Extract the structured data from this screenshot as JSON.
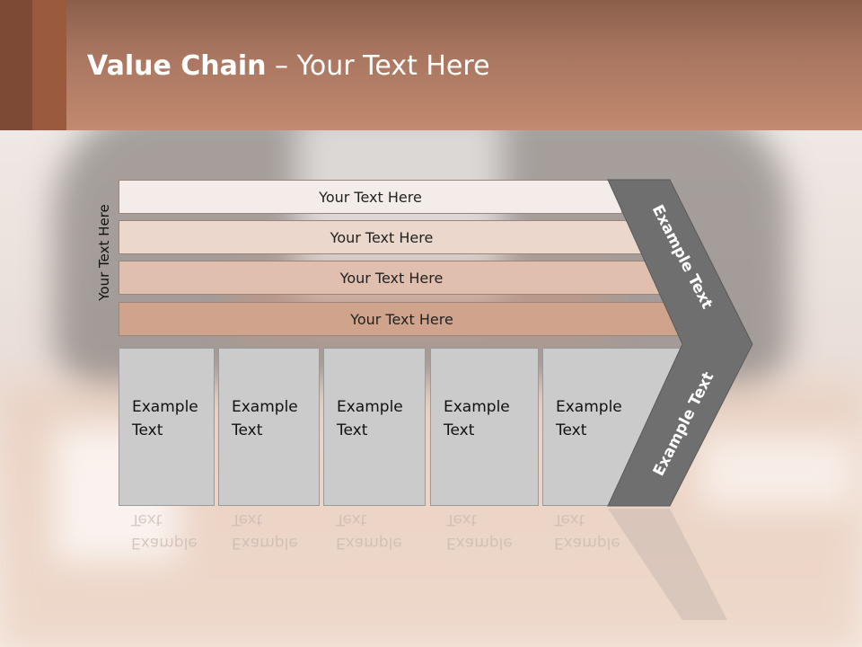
{
  "title": {
    "bold": "Value Chain",
    "rest": " – Your Text Here"
  },
  "side_label": "Your Text Here",
  "rows": [
    {
      "label": "Your Text Here",
      "color": "#f4ece9"
    },
    {
      "label": "Your Text Here",
      "color": "#ebd7cc"
    },
    {
      "label": "Your Text Here",
      "color": "#e0bfae"
    },
    {
      "label": "Your Text Here",
      "color": "#d0a48c"
    }
  ],
  "columns": [
    {
      "label": "Example Text"
    },
    {
      "label": "Example Text"
    },
    {
      "label": "Example Text"
    },
    {
      "label": "Example Text"
    },
    {
      "label": "Example Text"
    }
  ],
  "arrow_top_text": "Example Text",
  "arrow_bottom_text": "Example Text",
  "colors": {
    "header": "#a87560",
    "arrow": "#6f6f6f",
    "column": "#cbcbcb"
  }
}
